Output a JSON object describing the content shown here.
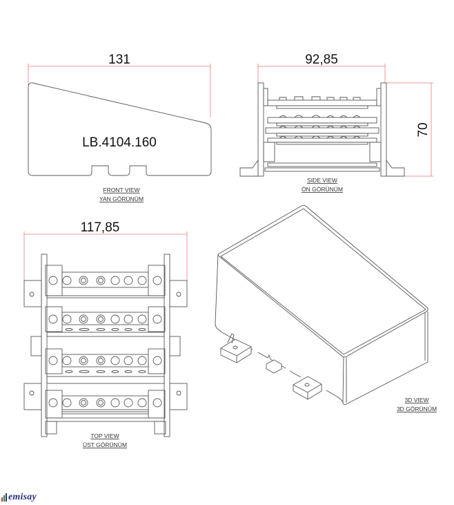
{
  "drawing": {
    "part_number": "LB.4104.160",
    "dimensions": {
      "front_width": "131",
      "side_width": "92,85",
      "side_height": "70",
      "top_width": "117,85"
    },
    "views": {
      "front": {
        "title": "FRONT VIEW",
        "subtitle": "YAN GÖRÜNÜM"
      },
      "side": {
        "title": "SIDE VIEW",
        "subtitle": "ÖN GÖRÜNÜM"
      },
      "top": {
        "title": "TOP VIEW",
        "subtitle": "ÜST GÖRÜNÜM"
      },
      "iso": {
        "title": "3D VIEW",
        "subtitle": "3D GÖRÜNÜM"
      }
    },
    "top_view": {
      "rows": 4,
      "terminals_per_row": 8
    }
  },
  "brand": {
    "name": "emisay",
    "colors": {
      "text": "#2a2f7a",
      "bar1": "#d9262c",
      "bar2": "#1a8c3c",
      "bar3": "#2a2f7a"
    }
  },
  "colors": {
    "dimension_line": "#e8797d",
    "outline": "#555555"
  }
}
